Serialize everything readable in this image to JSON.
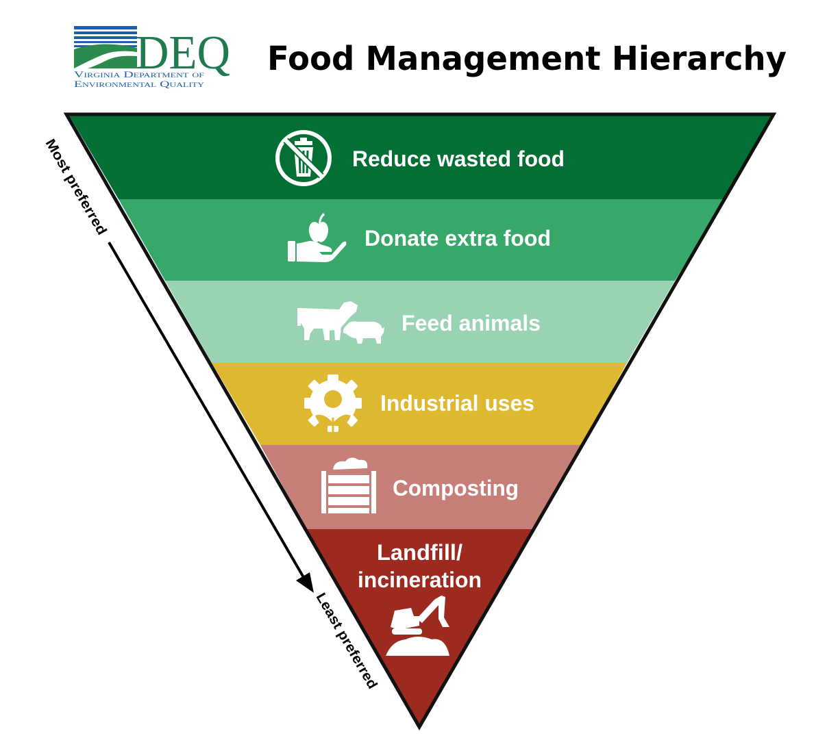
{
  "header": {
    "title": "Food Management Hierarchy",
    "logo": {
      "acronym": "DEQ",
      "line1": "Virginia Department of",
      "line2": "Environmental Quality"
    }
  },
  "axis": {
    "top_label": "Most preferred",
    "bottom_label": "Least preferred"
  },
  "tiers": [
    {
      "label": "Reduce wasted food",
      "icon": "no-trash-icon",
      "color": "#036f35"
    },
    {
      "label": "Donate extra food",
      "icon": "hand-apple-icon",
      "color": "#37a86a"
    },
    {
      "label": "Feed animals",
      "icon": "cow-pig-icon",
      "color": "#99d3b4"
    },
    {
      "label": "Industrial uses",
      "icon": "gear-sprout-icon",
      "color": "#ddb830"
    },
    {
      "label": "Composting",
      "icon": "compost-bin-icon",
      "color": "#c57f78"
    },
    {
      "label_line1": "Landfill/",
      "label_line2": "incineration",
      "icon": "excavator-icon",
      "color": "#9d2a1f"
    }
  ]
}
